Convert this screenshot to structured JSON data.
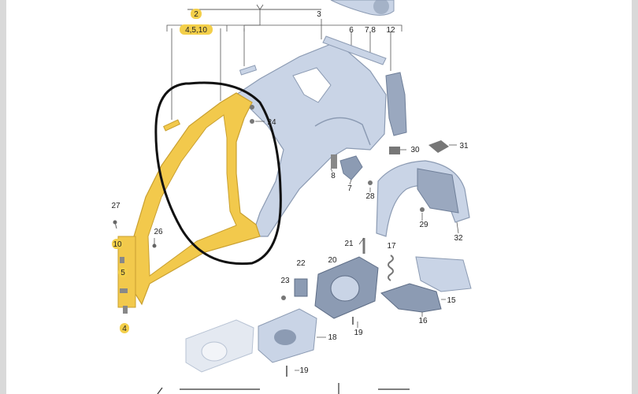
{
  "colors": {
    "highlight": "#f3cf4a",
    "panel_blue": "#c9d4e6",
    "panel_dark": "#8c9bb3",
    "part_yellow": "#f2c94c",
    "circle": "#111111",
    "frame": "#d9d9d9"
  },
  "labels": {
    "n1": "2",
    "n2": "3",
    "n3": "4,5,10",
    "n4": "6",
    "n5": "7,8",
    "n6": "12",
    "n7": "24",
    "n8": "27",
    "n9": "26",
    "n10": "10",
    "n11": "5",
    "n12": "4",
    "n13": "30",
    "n14": "31",
    "n15": "8",
    "n16": "7",
    "n17": "28",
    "n18": "29",
    "n19": "32",
    "n20": "21",
    "n21": "17",
    "n22": "22",
    "n23": "20",
    "n24": "23",
    "n25": "15",
    "n26": "16",
    "n27": "19",
    "n28": "18",
    "n29": "19"
  }
}
